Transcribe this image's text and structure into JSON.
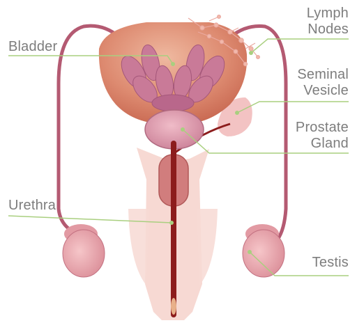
{
  "labels": {
    "bladder": "Bladder",
    "lymph_nodes": [
      "Lymph",
      "Nodes"
    ],
    "seminal_vesicle": [
      "Seminal",
      "Vesicle"
    ],
    "prostate_gland": [
      "Prostate",
      "Gland"
    ],
    "urethra": "Urethra",
    "testis": "Testis"
  },
  "colors": {
    "leader_line": "#a9cf7f",
    "label_text": "#7d7d7d",
    "bladder": "#d9826a",
    "vas_deferens": "#b45a72",
    "tissue_pale": "#f7d9d3",
    "urethra": "#8c1c1c"
  }
}
